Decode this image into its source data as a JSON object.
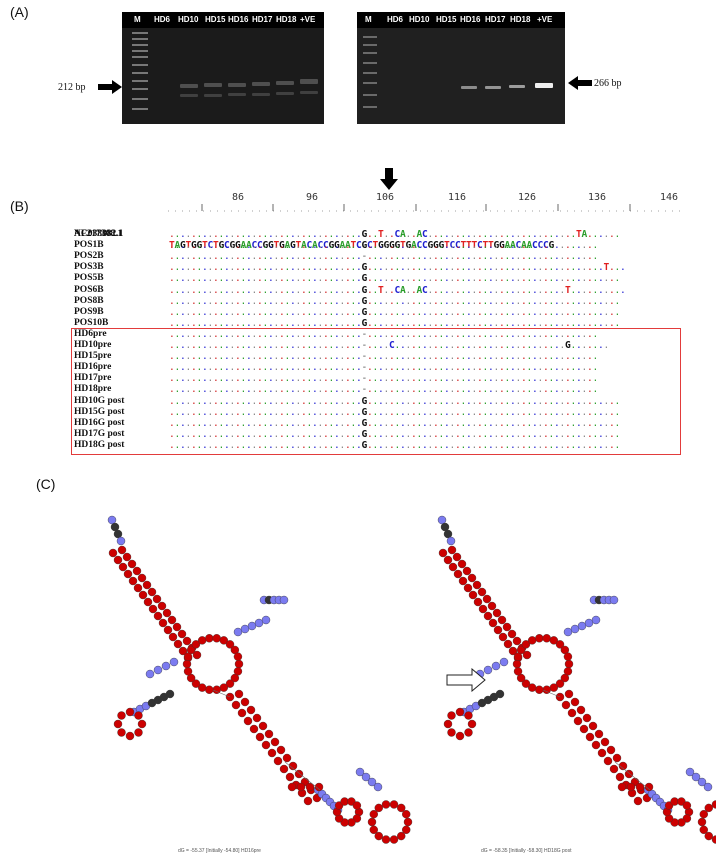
{
  "panels": {
    "a": "(A)",
    "b": "(B)",
    "c": "(C)"
  },
  "gel_left": {
    "lanes": [
      "M",
      "HD6",
      "HD10",
      "HD15",
      "HD16",
      "HD17",
      "HD18",
      "+VE"
    ],
    "marker_label": "212 bp"
  },
  "gel_right": {
    "lanes": [
      "M",
      "HD6",
      "HD10",
      "HD15",
      "HD16",
      "HD17",
      "HD18",
      "+VE"
    ],
    "marker_label": "266 bp"
  },
  "alignment": {
    "ruler": [
      "86",
      "96",
      "106",
      "116",
      "126",
      "136",
      "146"
    ],
    "ref_name": "AF217308.1",
    "ref_seq": "TAGTGGTCTGCGGAACCGGTGAGTACACCGGAATCGCTGGGGTGACCGGGTCCTTTCTTGGAACAACCCG",
    "rows": [
      {
        "name": "NC038882.1",
        "seq": "...................................G..T..CA..AC...........................TA......"
      },
      {
        "name": "POS1B",
        "seq": "...................................-.........................................."
      },
      {
        "name": "POS2B",
        "seq": "...................................-.........................................."
      },
      {
        "name": "POS3B",
        "seq": "...................................G...........................................T..."
      },
      {
        "name": "POS5B",
        "seq": "...................................G.............................................."
      },
      {
        "name": "POS6B",
        "seq": "...................................G..T..CA..AC.........................T.........."
      },
      {
        "name": "POS8B",
        "seq": "...................................G.............................................."
      },
      {
        "name": "POS9B",
        "seq": "...................................G.............................................."
      },
      {
        "name": "POS10B",
        "seq": "...................................G.............................................."
      },
      {
        "name": "HD6pre",
        "seq": "...................................-.........................................."
      },
      {
        "name": "HD10pre",
        "seq": "...................................-....C...............................G......."
      },
      {
        "name": "HD15pre",
        "seq": "...................................-.........................................."
      },
      {
        "name": "HD16pre",
        "seq": "...................................-.........................................."
      },
      {
        "name": "HD17pre",
        "seq": "...................................-.........................................."
      },
      {
        "name": "HD18pre",
        "seq": "...................................-.........................................."
      },
      {
        "name": "HD10G post",
        "seq": "...................................G.............................................."
      },
      {
        "name": "HD15G post",
        "seq": "...................................G.............................................."
      },
      {
        "name": "HD16G post",
        "seq": "...................................G.............................................."
      },
      {
        "name": "HD17G post",
        "seq": "...................................G.............................................."
      },
      {
        "name": "HD18G post",
        "seq": "...................................G.............................................."
      }
    ]
  },
  "structures": {
    "left_caption": "dG = -55.37 [Initially -54.80] HD16pre",
    "right_caption": "dG = -58.35 [Initially -58.30] HD18G post"
  },
  "colors": {
    "A": "#2a9d2a",
    "C": "#2020d0",
    "G": "#111111",
    "T": "#e02020",
    "unpaired": "#cc0000",
    "paired": "#7b7bf0"
  }
}
